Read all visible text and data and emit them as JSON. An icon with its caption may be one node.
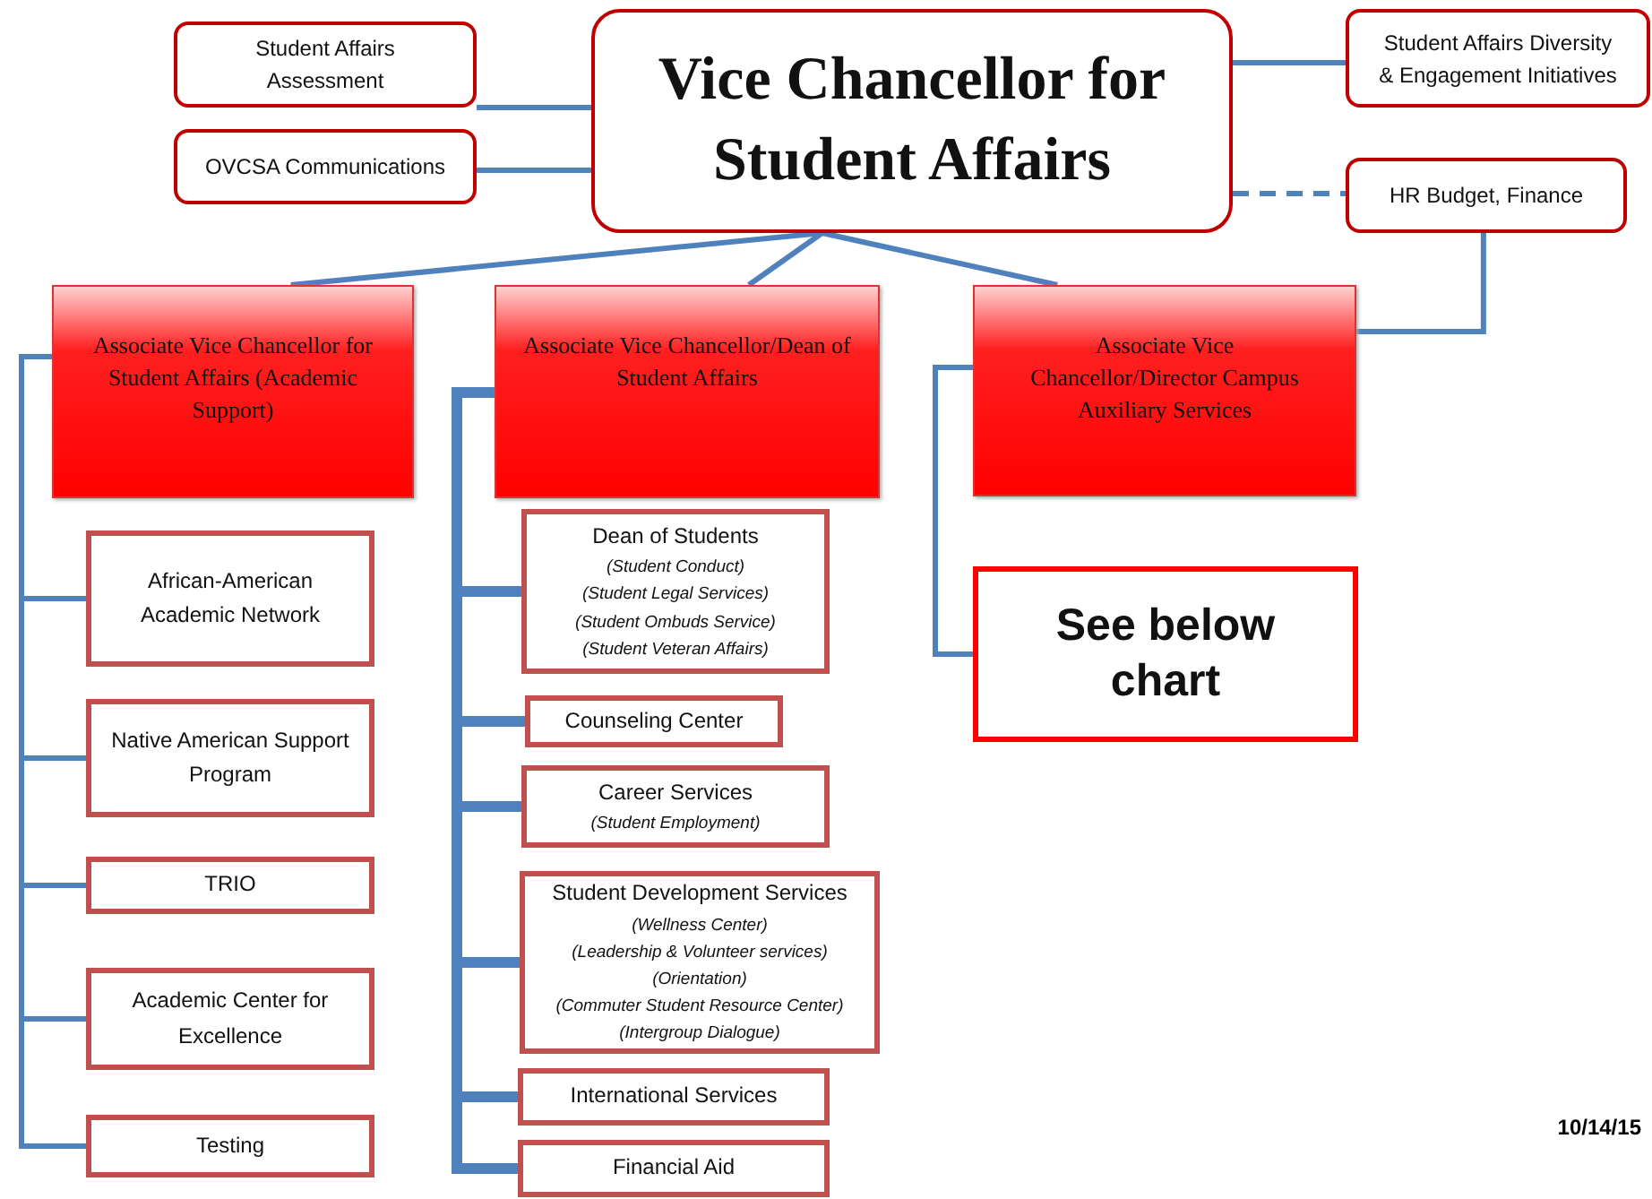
{
  "diagram": {
    "nodes": [
      {
        "text": [
          "Vice Chancellor for Student Affairs"
        ]
      },
      {
        "text": [
          "Student Affairs Assessment"
        ]
      },
      {
        "text": [
          "OVCSA Communications"
        ]
      },
      {
        "text": [
          "Student Affairs Diversity & Engagement Initiatives"
        ]
      },
      {
        "text": [
          "HR Budget, Finance"
        ]
      },
      {
        "text": [
          "Associate Vice Chancellor for Student Affairs (Academic Support)"
        ]
      },
      {
        "text": [
          "Associate Vice Chancellor/Dean of Student Affairs"
        ]
      },
      {
        "text": [
          "Associate Vice Chancellor/Director Campus Auxiliary Services"
        ]
      },
      {
        "text": [
          "See below chart"
        ]
      },
      {
        "text": [
          "African-American Academic Network"
        ]
      },
      {
        "text": [
          "Native American Support Program"
        ]
      },
      {
        "text": [
          "TRIO"
        ]
      },
      {
        "text": [
          "Academic Center for Excellence"
        ]
      },
      {
        "text": [
          "Testing"
        ]
      },
      {
        "text": [
          "Dean of Students",
          "(Student Conduct)",
          "(Student Legal Services)",
          "(Student Ombuds Service)",
          "(Student Veteran Affairs)"
        ]
      },
      {
        "text": [
          "Counseling Center"
        ]
      },
      {
        "text": [
          "Career Services",
          "(Student Employment)"
        ]
      },
      {
        "text": [
          "Student Development Services",
          "(Wellness Center)",
          "(Leadership & Volunteer services)",
          "(Orientation)",
          "(Commuter Student Resource Center)",
          "(Intergroup Dialogue)"
        ]
      },
      {
        "text": [
          "International Services"
        ]
      },
      {
        "text": [
          "Financial Aid"
        ]
      }
    ],
    "edges": [
      {
        "from": 1,
        "to": 0,
        "arrow": "none"
      },
      {
        "from": 2,
        "to": 0,
        "arrow": "none"
      },
      {
        "from": 0,
        "to": 3,
        "arrow": "none"
      },
      {
        "from": 0,
        "to": 4,
        "arrow": "none",
        "style": "dashed"
      },
      {
        "from": 0,
        "to": 5,
        "arrow": "none"
      },
      {
        "from": 0,
        "to": 6,
        "arrow": "none"
      },
      {
        "from": 0,
        "to": 7,
        "arrow": "none"
      },
      {
        "from": 4,
        "to": 7,
        "arrow": "none"
      },
      {
        "from": 5,
        "to": 9,
        "arrow": "none"
      },
      {
        "from": 5,
        "to": 10,
        "arrow": "none"
      },
      {
        "from": 5,
        "to": 11,
        "arrow": "none"
      },
      {
        "from": 5,
        "to": 12,
        "arrow": "none"
      },
      {
        "from": 5,
        "to": 13,
        "arrow": "none"
      },
      {
        "from": 6,
        "to": 14,
        "arrow": "none",
        "style": "thick"
      },
      {
        "from": 6,
        "to": 15,
        "arrow": "none",
        "style": "thick"
      },
      {
        "from": 6,
        "to": 16,
        "arrow": "none",
        "style": "thick"
      },
      {
        "from": 6,
        "to": 17,
        "arrow": "none",
        "style": "thick"
      },
      {
        "from": 6,
        "to": 18,
        "arrow": "none",
        "style": "thick"
      },
      {
        "from": 6,
        "to": 19,
        "arrow": "none",
        "style": "thick"
      },
      {
        "from": 7,
        "to": 8,
        "arrow": "none"
      }
    ],
    "labels": [
      "10/14/15"
    ]
  }
}
